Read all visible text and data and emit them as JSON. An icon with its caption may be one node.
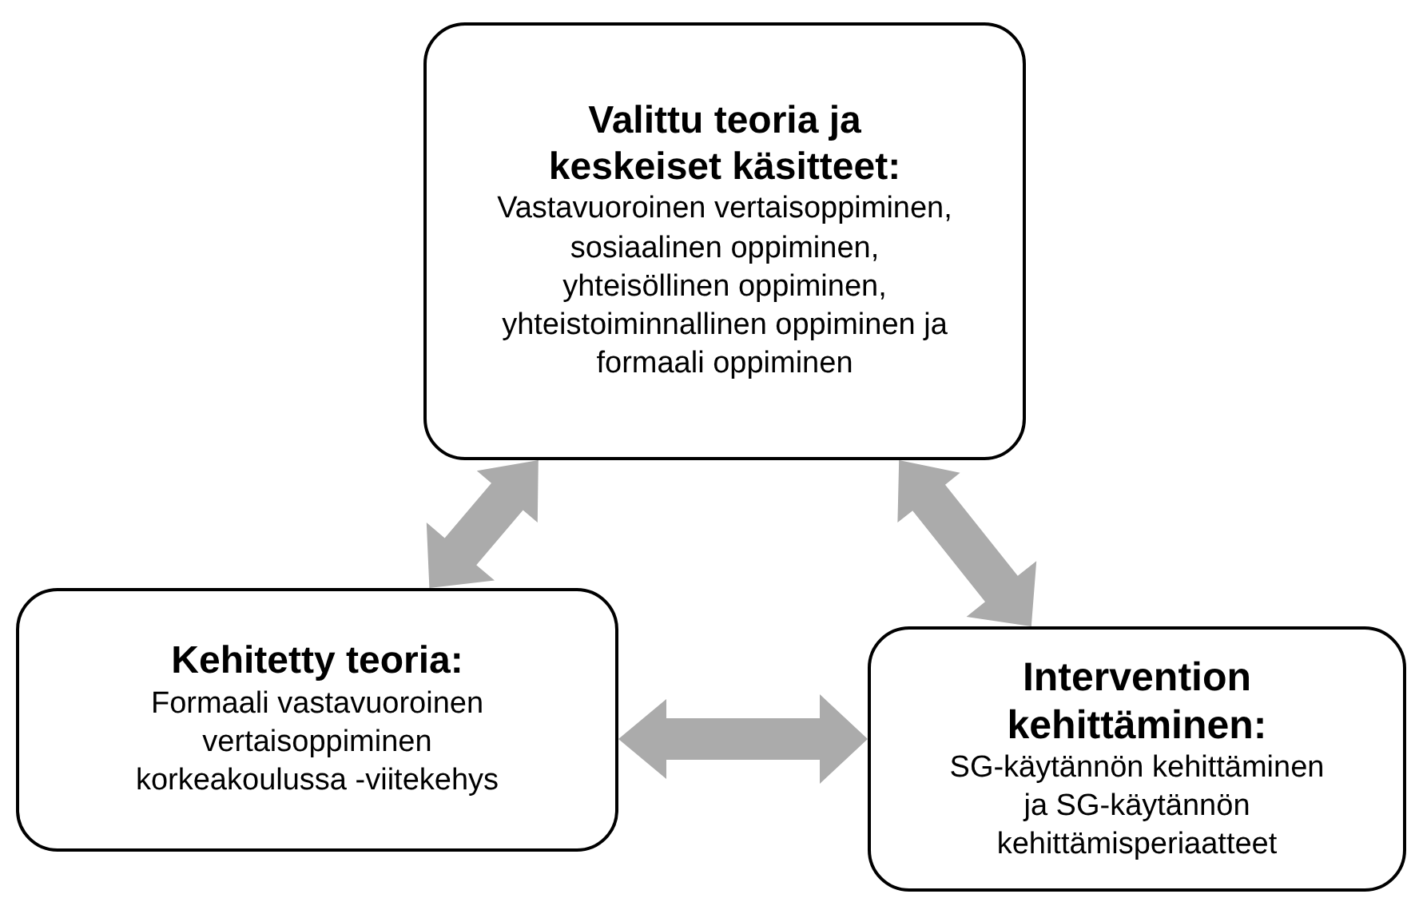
{
  "diagram": {
    "nodes": [
      {
        "text": [
          "Valittu teoria ja keskeiset käsitteet:",
          "Vastavuoroinen vertaisoppiminen, sosiaalinen oppiminen, yhteisöllinen oppiminen, yhteistoiminnallinen oppiminen ja formaali oppiminen"
        ]
      },
      {
        "text": [
          "Kehitetty teoria:",
          "Formaali vastavuoroinen vertaisoppiminen korkeakoulussa -viitekehys"
        ]
      },
      {
        "text": [
          "Intervention kehittäminen:",
          "SG-käytännön kehittäminen ja SG-käytännön kehittämisperiaatteet"
        ]
      }
    ],
    "edges": [
      {
        "from": 0,
        "to": 1,
        "arrow": "both"
      },
      {
        "from": 0,
        "to": 2,
        "arrow": "both"
      },
      {
        "from": 1,
        "to": 2,
        "arrow": "both"
      }
    ]
  }
}
